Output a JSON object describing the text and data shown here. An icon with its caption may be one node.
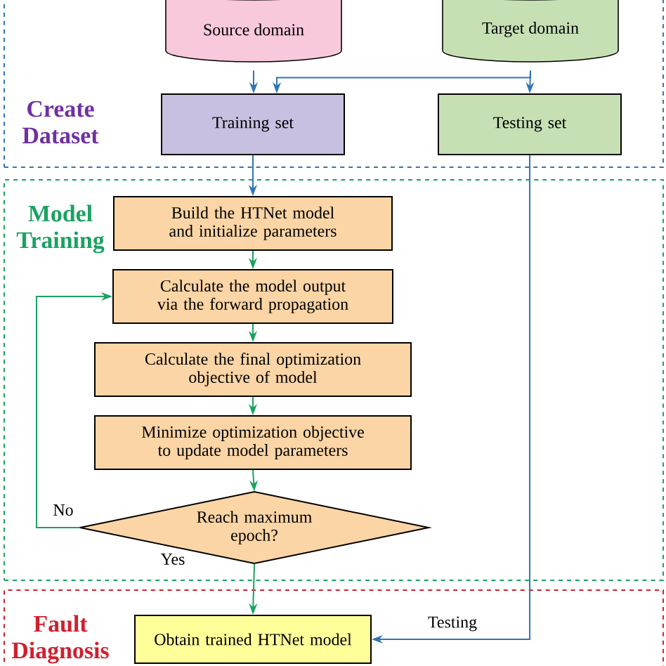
{
  "diagram": {
    "nodes": [
      {
        "text": [
          "Create Dataset"
        ]
      },
      {
        "text": [
          "Source domain"
        ],
        "in": 0
      },
      {
        "text": [
          "Target domain"
        ],
        "in": 0
      },
      {
        "text": [
          "Training set"
        ],
        "in": 0
      },
      {
        "text": [
          "Testing set"
        ],
        "in": 0
      },
      {
        "text": [
          "Model Training"
        ]
      },
      {
        "text": [
          "Build the HTNet model and initialize parameters"
        ],
        "in": 5
      },
      {
        "text": [
          "Calculate the model output via the forward propagation"
        ],
        "in": 5
      },
      {
        "text": [
          "Calculate the final optimization objective of model"
        ],
        "in": 5
      },
      {
        "text": [
          "Minimize optimization objective to update model parameters"
        ],
        "in": 5
      },
      {
        "text": [
          "Reach maximum epoch?"
        ],
        "in": 5
      },
      {
        "text": [
          "Fault Diagnosis"
        ]
      },
      {
        "text": [
          "Obtain trained HTNet model"
        ],
        "in": 11
      }
    ],
    "edges": [
      {
        "from": 1,
        "to": 3,
        "arrow": "to",
        "color": "#2e75b6"
      },
      {
        "from": 2,
        "to": 3,
        "arrow": "to",
        "color": "#2e75b6"
      },
      {
        "from": 2,
        "to": 4,
        "arrow": "to",
        "color": "#2e75b6"
      },
      {
        "from": 3,
        "to": 6,
        "arrow": "to",
        "color": "#2e75b6"
      },
      {
        "from": 6,
        "to": 7,
        "arrow": "to"
      },
      {
        "from": 7,
        "to": 8,
        "arrow": "to"
      },
      {
        "from": 8,
        "to": 9,
        "arrow": "to"
      },
      {
        "from": 9,
        "to": 10,
        "arrow": "to"
      },
      {
        "from": 10,
        "to": 7,
        "arrow": "to",
        "label": "No"
      },
      {
        "from": 10,
        "to": 12,
        "arrow": "to",
        "label": "Yes"
      },
      {
        "from": 4,
        "to": 12,
        "arrow": "to",
        "label": "Testing",
        "color": "#2e75b6"
      }
    ]
  }
}
